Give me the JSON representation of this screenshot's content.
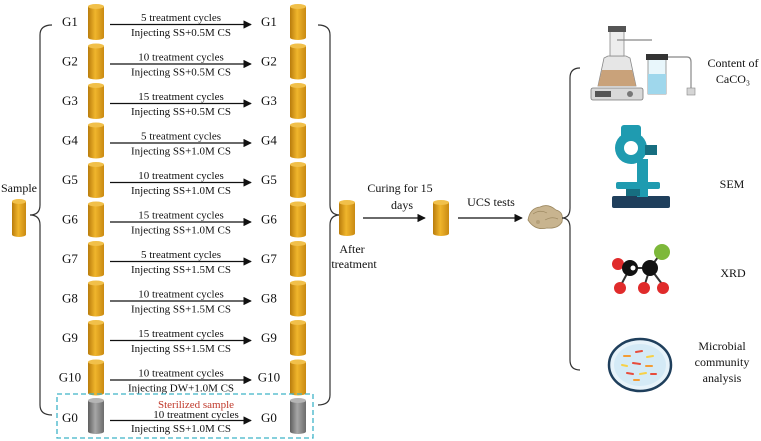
{
  "sample_label": "Sample",
  "groups": [
    {
      "id": "G1",
      "cycles": "5 treatment cycles",
      "injection": "Injecting SS+0.5M CS"
    },
    {
      "id": "G2",
      "cycles": "10 treatment cycles",
      "injection": "Injecting SS+0.5M CS"
    },
    {
      "id": "G3",
      "cycles": "15 treatment cycles",
      "injection": "Injecting SS+0.5M CS"
    },
    {
      "id": "G4",
      "cycles": "5 treatment cycles",
      "injection": "Injecting SS+1.0M CS"
    },
    {
      "id": "G5",
      "cycles": "10 treatment cycles",
      "injection": "Injecting SS+1.0M CS"
    },
    {
      "id": "G6",
      "cycles": "15 treatment cycles",
      "injection": "Injecting SS+1.0M CS"
    },
    {
      "id": "G7",
      "cycles": "5 treatment cycles",
      "injection": "Injecting SS+1.5M CS"
    },
    {
      "id": "G8",
      "cycles": "10 treatment cycles",
      "injection": "Injecting SS+1.5M CS"
    },
    {
      "id": "G9",
      "cycles": "15 treatment cycles",
      "injection": "Injecting SS+1.5M CS"
    },
    {
      "id": "G10",
      "cycles": "10 treatment cycles",
      "injection": "Injecting DW+1.0M CS"
    }
  ],
  "control": {
    "id": "G0",
    "note": "Sterilized sample",
    "cycles": "10 treatment cycles",
    "injection": "Injecting SS+1.0M CS"
  },
  "after_treatment_label": [
    "After",
    "treatment"
  ],
  "curing_label": [
    "Curing for 15",
    "days"
  ],
  "ucs_label": "UCS tests",
  "analyses": [
    {
      "label": [
        "Content of",
        "CaCO₃"
      ],
      "icon": "lab-apparatus-icon"
    },
    {
      "label": [
        "SEM"
      ],
      "icon": "microscope-icon"
    },
    {
      "label": [
        "XRD"
      ],
      "icon": "molecule-icon"
    },
    {
      "label": [
        "Microbial",
        "community",
        "analysis"
      ],
      "icon": "petri-dish-icon"
    }
  ],
  "colors": {
    "cylinder": "#E2A41F",
    "cylinder_dark": "#B97C0C",
    "cylinder_top": "#F1C04A",
    "sterile_cylinder": "#8C8C8C",
    "dashed_box": "#3FB3C8",
    "note_red": "#C0392B",
    "microscope": "#1F9BB0",
    "xrd_red": "#E02B2B",
    "xrd_green": "#7DB83A"
  }
}
